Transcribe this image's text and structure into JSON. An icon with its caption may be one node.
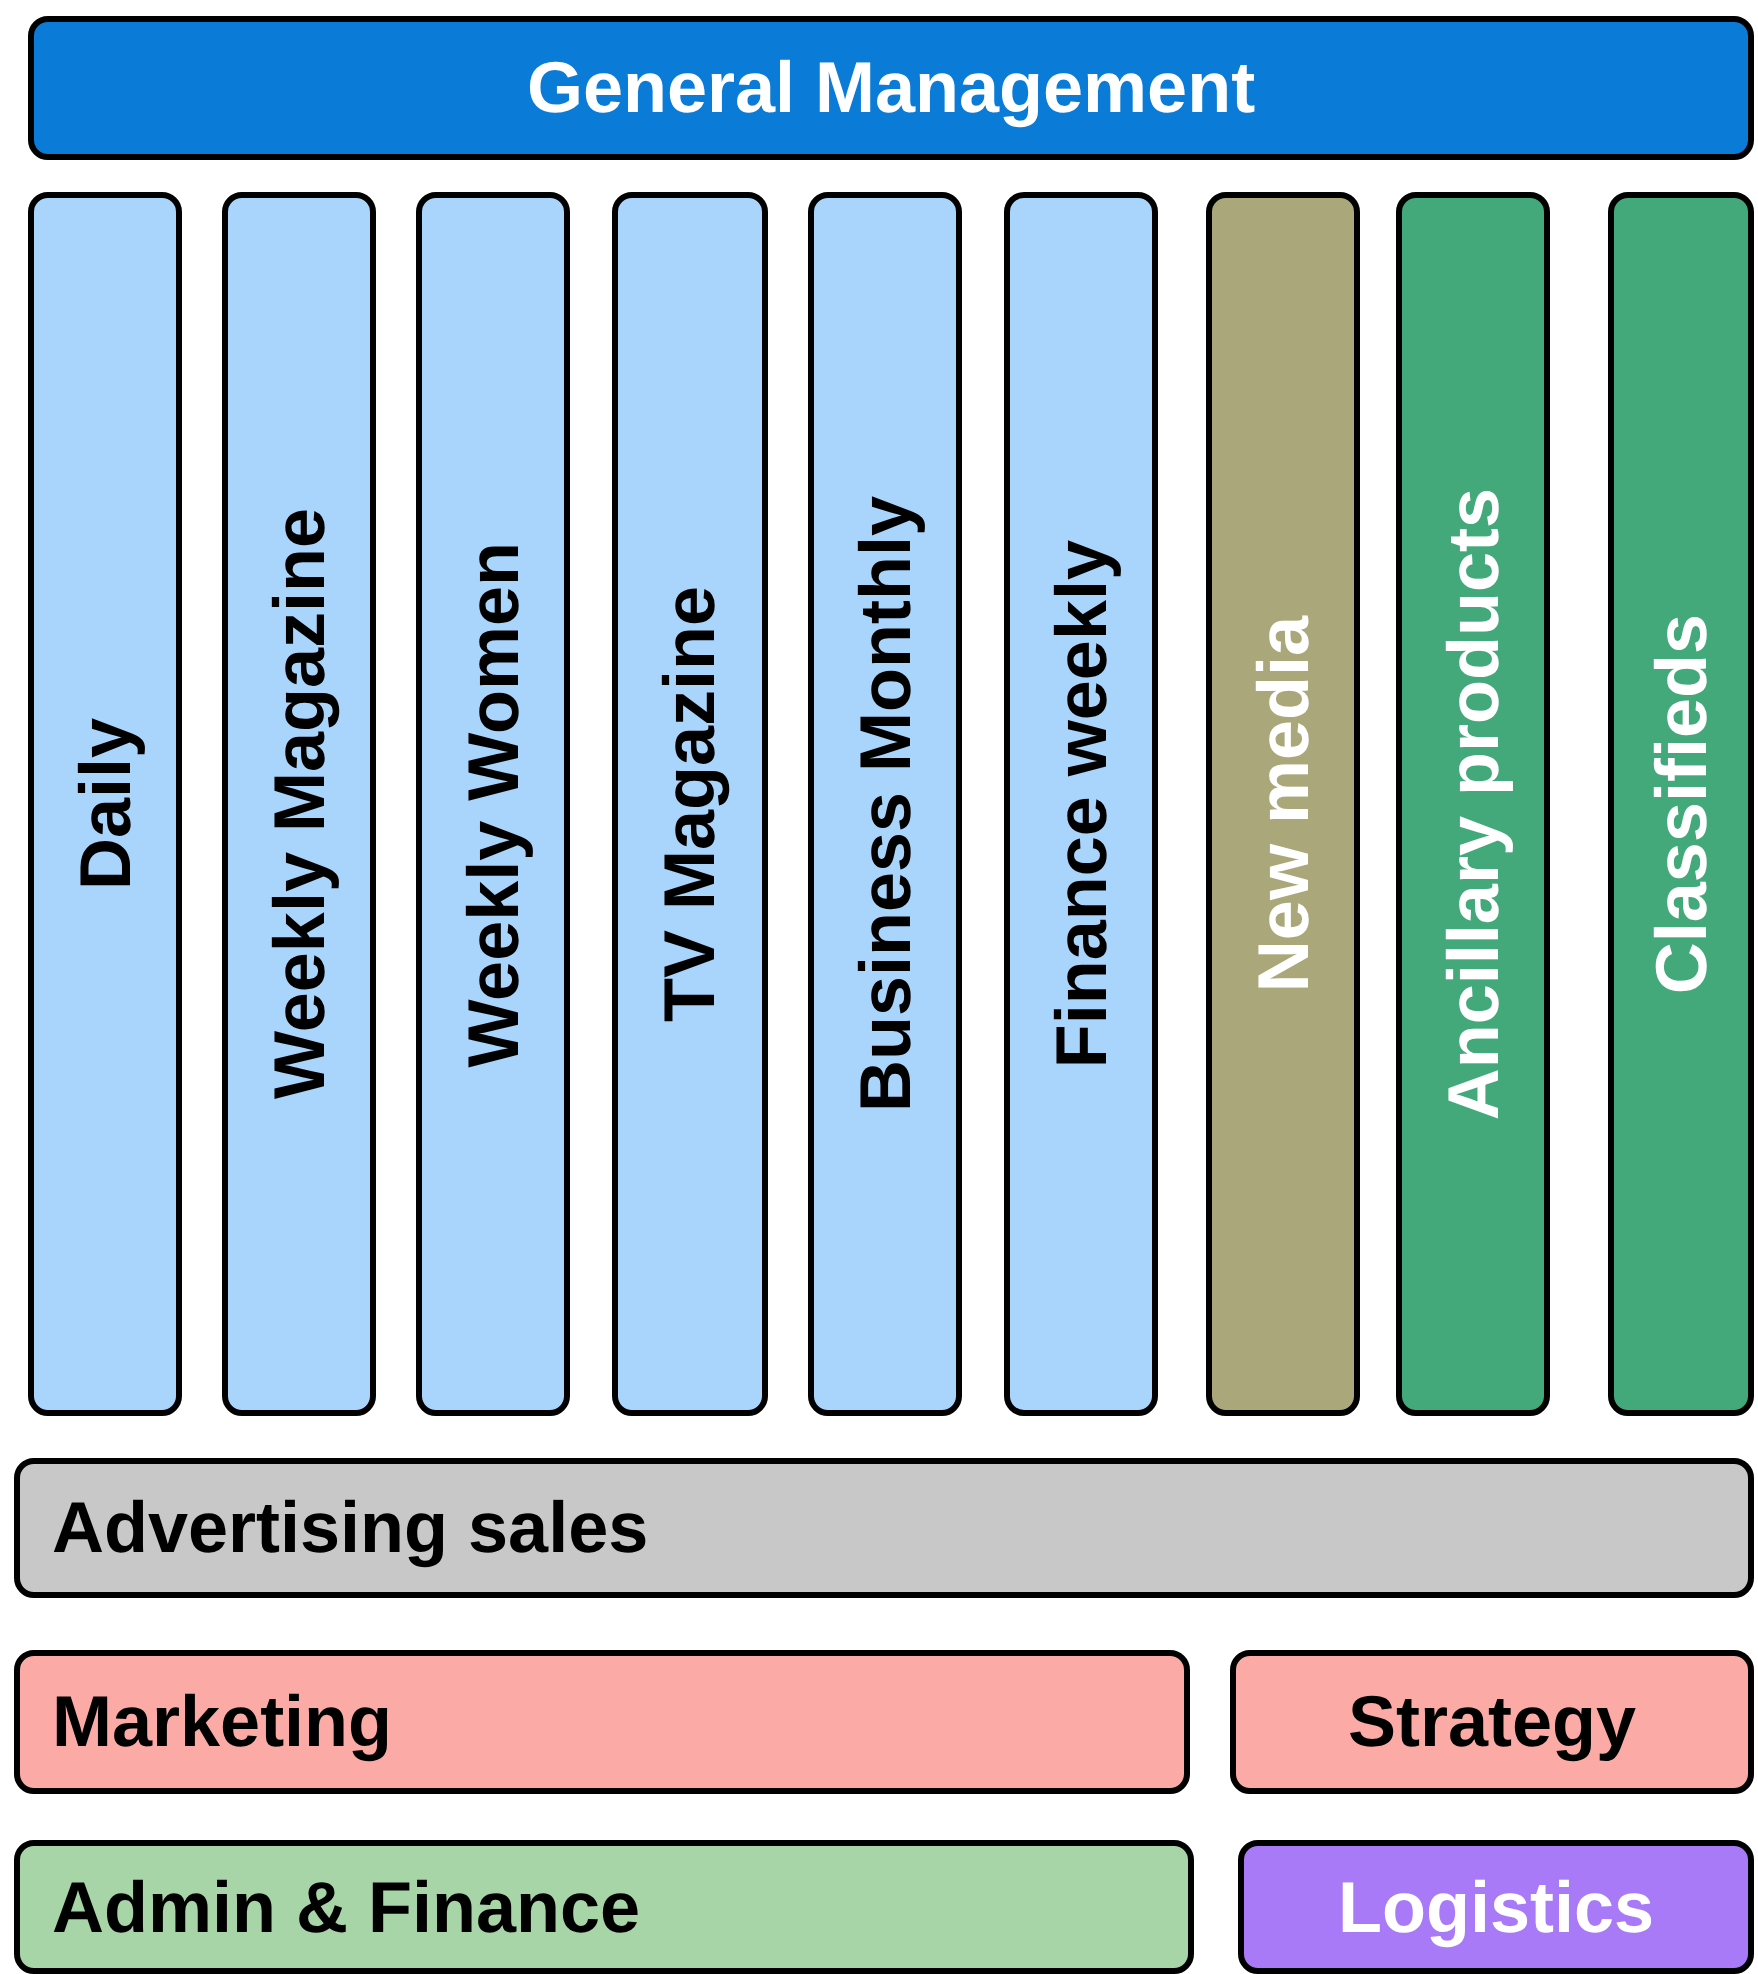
{
  "diagram": {
    "nodes": [
      {
        "text": [
          "General Management"
        ]
      },
      {
        "text": [
          "Daily"
        ]
      },
      {
        "text": [
          "Weekly Magazine"
        ]
      },
      {
        "text": [
          "Weekly Women"
        ]
      },
      {
        "text": [
          "TV Magazine"
        ]
      },
      {
        "text": [
          "Business Monthly"
        ]
      },
      {
        "text": [
          "Finance weekly"
        ]
      },
      {
        "text": [
          "New media"
        ]
      },
      {
        "text": [
          "Ancillary products"
        ]
      },
      {
        "text": [
          "Classifieds"
        ]
      },
      {
        "text": [
          "Advertising sales"
        ]
      },
      {
        "text": [
          "Marketing"
        ]
      },
      {
        "text": [
          "Strategy"
        ]
      },
      {
        "text": [
          "Admin & Finance"
        ]
      },
      {
        "text": [
          "Logistics"
        ]
      }
    ]
  }
}
